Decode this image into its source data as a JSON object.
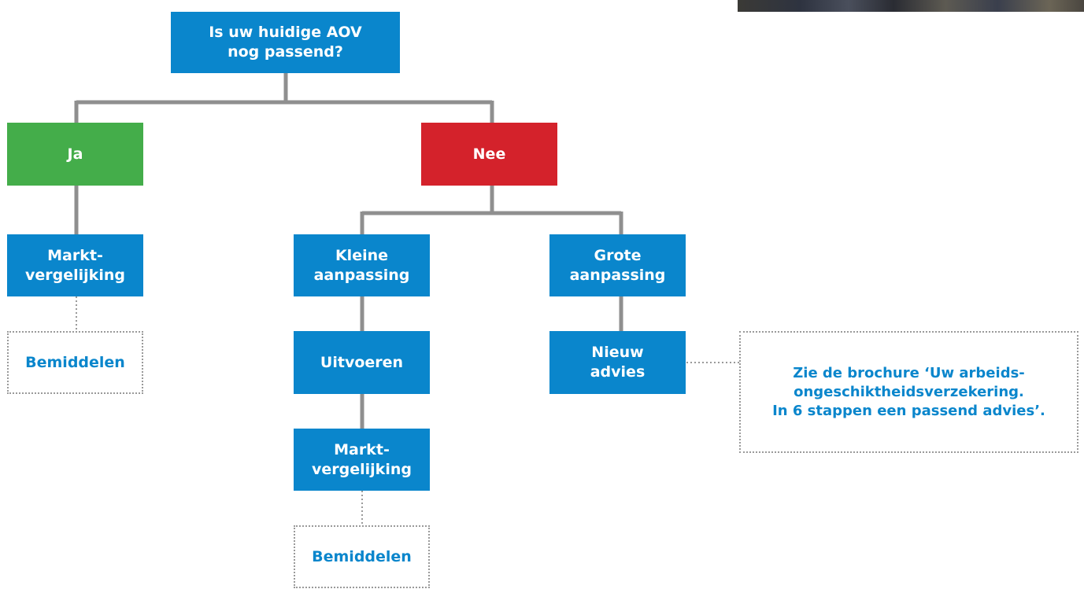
{
  "flowchart": {
    "root": "Is uw huidige AOV\nnog passend?",
    "yes": "Ja",
    "no": "Nee",
    "yes_branch": {
      "market": "Markt-\nvergelijking",
      "mediate": "Bemiddelen"
    },
    "small_branch": {
      "label": "Kleine\naanpassing",
      "execute": "Uitvoeren",
      "market": "Markt-\nvergelijking",
      "mediate": "Bemiddelen"
    },
    "large_branch": {
      "label": "Grote\naanpassing",
      "advice": "Nieuw\nadvies"
    },
    "note": "Zie de brochure ‘Uw arbeids-\nongeschiktheidsverzekering.\nIn 6 stappen een passend advies’."
  },
  "colors": {
    "blue": "#0a86cc",
    "yes_green": "#44ad4a",
    "no_red": "#d4222b",
    "connector_gray": "#8f8f8f",
    "dotted_gray": "#9a9a9a"
  }
}
